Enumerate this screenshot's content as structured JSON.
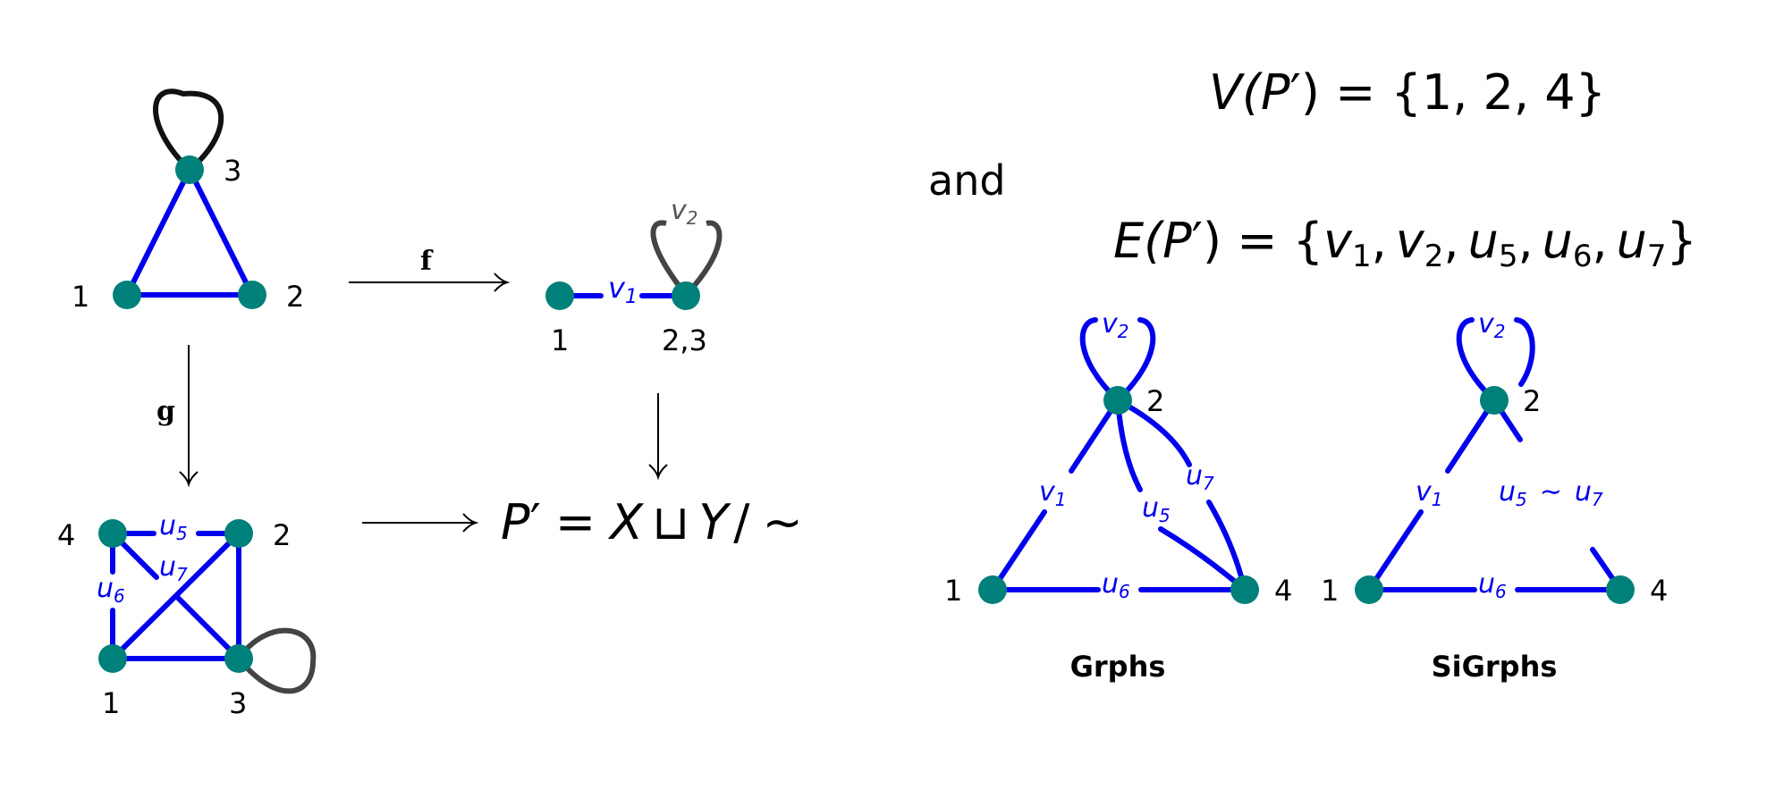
{
  "graphA": {
    "labels": {
      "n1": "1",
      "n2": "2",
      "n3": "3"
    }
  },
  "morphisms": {
    "f": "f",
    "g": "g"
  },
  "graphB": {
    "labels": {
      "n1": "1",
      "n23": "2,3"
    },
    "edges": {
      "v1": "v",
      "v1_sub": "1",
      "v2": "v",
      "v2_sub": "2"
    }
  },
  "graphC": {
    "labels": {
      "n1": "1",
      "n2": "2",
      "n3": "3",
      "n4": "4"
    },
    "edges": {
      "u5": "u",
      "u5_sub": "5",
      "u6": "u",
      "u6_sub": "6",
      "u7": "u",
      "u7_sub": "7"
    }
  },
  "pushout": {
    "lhs": "P",
    "prime": "′",
    "eq": "=",
    "X": "X",
    "sqcup": "⊔",
    "Y": "Y",
    "slash": "/",
    "sim": "∼"
  },
  "text_and": "and",
  "vertex_set": {
    "lhs": "V(P",
    "rhs": "′) = {1, 2, 4}"
  },
  "edge_set": {
    "lhs": "E(P",
    "rhs": "′) = {",
    "v": "v",
    "u": "u",
    "s1": "1",
    "s2": "2",
    "s5": "5",
    "s6": "6",
    "s7": "7",
    "comma": ",",
    "close": "}"
  },
  "grphs": {
    "caption": "Grphs",
    "labels": {
      "n1": "1",
      "n2": "2",
      "n4": "4"
    },
    "edges": {
      "v1": "v",
      "v1_sub": "1",
      "v2": "v",
      "v2_sub": "2",
      "u5": "u",
      "u5_sub": "5",
      "u6": "u",
      "u6_sub": "6",
      "u7": "u",
      "u7_sub": "7"
    }
  },
  "sigrphs": {
    "caption": "SiGrphs",
    "labels": {
      "n1": "1",
      "n2": "2",
      "n4": "4"
    },
    "edges": {
      "v1": "v",
      "v1_sub": "1",
      "v2": "v",
      "v2_sub": "2",
      "u6": "u",
      "u6_sub": "6",
      "u5": "u",
      "u5_sub": "5",
      "sim": "∼",
      "u7": "u",
      "u7_sub": "7"
    }
  }
}
